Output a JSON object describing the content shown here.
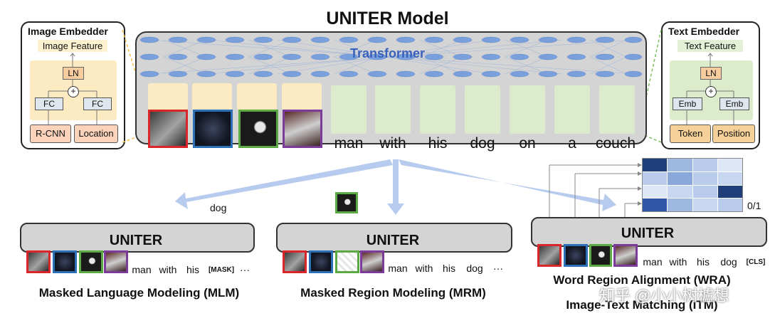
{
  "title": "UNITER Model",
  "image_embedder": {
    "title": "Image Embedder",
    "feature": "Image Feature",
    "ln": "LN",
    "plus": "+",
    "fc_left": "FC",
    "fc_right": "FC",
    "input_left": "R-CNN",
    "input_right": "Location"
  },
  "text_embedder": {
    "title": "Text Embedder",
    "feature": "Text Feature",
    "ln": "LN",
    "plus": "+",
    "emb_left": "Emb",
    "emb_right": "Emb",
    "input_left": "Token",
    "input_right": "Position"
  },
  "transformer": {
    "label": "Transformer"
  },
  "tokens": [
    "man",
    "with",
    "his",
    "dog",
    "on",
    "a",
    "couch"
  ],
  "colors": {
    "region_red": "#d8262b",
    "region_blue": "#2b6fb6",
    "region_green": "#5daa45",
    "region_purple": "#7a3b9a",
    "transformer_label": "#3a62bc",
    "image_side": "#fcebc2",
    "text_side": "#dcebcb",
    "heat_dark": "#1f3e7a"
  },
  "mlm": {
    "box_label": "UNITER",
    "tokens": [
      "man",
      "with",
      "his",
      "[MASK]",
      "···"
    ],
    "output": "dog",
    "task": "Masked Language Modeling (MLM)"
  },
  "mrm": {
    "box_label": "UNITER",
    "tokens": [
      "man",
      "with",
      "his",
      "dog",
      "···"
    ],
    "task": "Masked Region Modeling (MRM)"
  },
  "itm": {
    "box_label": "UNITER",
    "tokens": [
      "man",
      "with",
      "his",
      "dog",
      "[CLS]"
    ],
    "output": "0/1",
    "task_wra": "Word Region Alignment (WRA)",
    "task_itm": "Image-Text Matching (ITM)"
  },
  "watermark": "知乎 @小小树櫨想"
}
